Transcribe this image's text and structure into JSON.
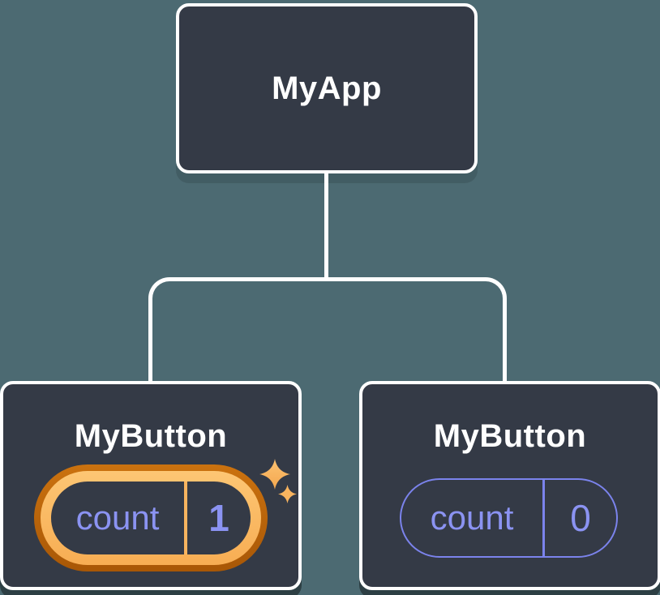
{
  "diagram": {
    "kind": "component-tree",
    "colors": {
      "background": "#4c6a72",
      "node_fill": "#343a46",
      "connector": "#ffffff",
      "text_heading": "#ffffff",
      "state_purple": "#8b93f2",
      "pill_outline_purple": "#7b83ec",
      "glow_orange_dark": "#b9610b",
      "glow_orange_light": "#fbbc66",
      "sparkle_orange": "#f9b661"
    },
    "root": {
      "label": "MyApp"
    },
    "children": [
      {
        "label": "MyButton",
        "state_key": "count",
        "state_value": "1",
        "highlighted": "true",
        "icon": "sparkles-icon"
      },
      {
        "label": "MyButton",
        "state_key": "count",
        "state_value": "0",
        "highlighted": "false",
        "icon": ""
      }
    ]
  }
}
